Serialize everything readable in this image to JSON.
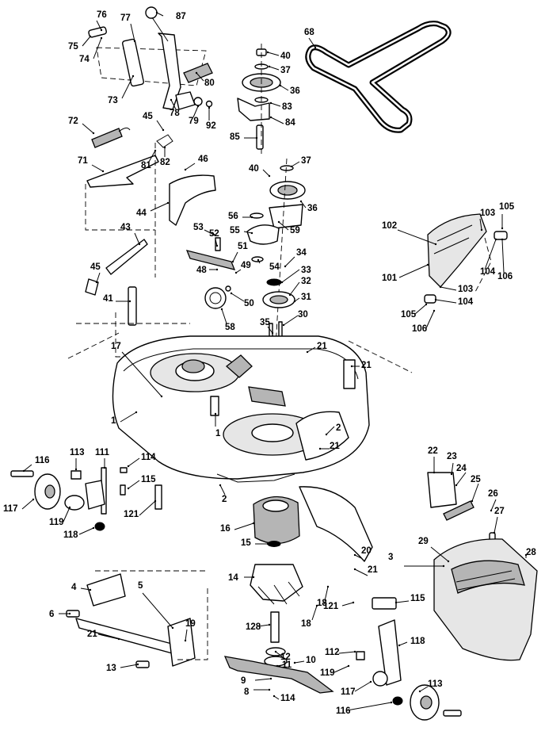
{
  "diagram": {
    "colors": {
      "ink": "#000000",
      "paper": "#ffffff",
      "shade": "#b5b5b5"
    },
    "callouts": [
      {
        "label": "76"
      },
      {
        "label": "77"
      },
      {
        "label": "87"
      },
      {
        "label": "75"
      },
      {
        "label": "74"
      },
      {
        "label": "73"
      },
      {
        "label": "78"
      },
      {
        "label": "80"
      },
      {
        "label": "79"
      },
      {
        "label": "92"
      },
      {
        "label": "72"
      },
      {
        "label": "45"
      },
      {
        "label": "81"
      },
      {
        "label": "82"
      },
      {
        "label": "71"
      },
      {
        "label": "46"
      },
      {
        "label": "44"
      },
      {
        "label": "43"
      },
      {
        "label": "45"
      },
      {
        "label": "41"
      },
      {
        "label": "68"
      },
      {
        "label": "40"
      },
      {
        "label": "37"
      },
      {
        "label": "36"
      },
      {
        "label": "83"
      },
      {
        "label": "84"
      },
      {
        "label": "85"
      },
      {
        "label": "40"
      },
      {
        "label": "37"
      },
      {
        "label": "36"
      },
      {
        "label": "56"
      },
      {
        "label": "55"
      },
      {
        "label": "59"
      },
      {
        "label": "53"
      },
      {
        "label": "52"
      },
      {
        "label": "51"
      },
      {
        "label": "54"
      },
      {
        "label": "34"
      },
      {
        "label": "48"
      },
      {
        "label": "49"
      },
      {
        "label": "50"
      },
      {
        "label": "58"
      },
      {
        "label": "33"
      },
      {
        "label": "32"
      },
      {
        "label": "31"
      },
      {
        "label": "30"
      },
      {
        "label": "35"
      },
      {
        "label": "21"
      },
      {
        "label": "21"
      },
      {
        "label": "17"
      },
      {
        "label": "1"
      },
      {
        "label": "1"
      },
      {
        "label": "2"
      },
      {
        "label": "21"
      },
      {
        "label": "102"
      },
      {
        "label": "103"
      },
      {
        "label": "105"
      },
      {
        "label": "104"
      },
      {
        "label": "106"
      },
      {
        "label": "101"
      },
      {
        "label": "103"
      },
      {
        "label": "104"
      },
      {
        "label": "105"
      },
      {
        "label": "106"
      },
      {
        "label": "116"
      },
      {
        "label": "113"
      },
      {
        "label": "111"
      },
      {
        "label": "114"
      },
      {
        "label": "115"
      },
      {
        "label": "117"
      },
      {
        "label": "119"
      },
      {
        "label": "121"
      },
      {
        "label": "118"
      },
      {
        "label": "2"
      },
      {
        "label": "16"
      },
      {
        "label": "15"
      },
      {
        "label": "14"
      },
      {
        "label": "18"
      },
      {
        "label": "20"
      },
      {
        "label": "18"
      },
      {
        "label": "21"
      },
      {
        "label": "22"
      },
      {
        "label": "23"
      },
      {
        "label": "24"
      },
      {
        "label": "25"
      },
      {
        "label": "26"
      },
      {
        "label": "27"
      },
      {
        "label": "28"
      },
      {
        "label": "29"
      },
      {
        "label": "3"
      },
      {
        "label": "4"
      },
      {
        "label": "5"
      },
      {
        "label": "6"
      },
      {
        "label": "21"
      },
      {
        "label": "19"
      },
      {
        "label": "13"
      },
      {
        "label": "128"
      },
      {
        "label": "12"
      },
      {
        "label": "11"
      },
      {
        "label": "10"
      },
      {
        "label": "9"
      },
      {
        "label": "8"
      },
      {
        "label": "114"
      },
      {
        "label": "121"
      },
      {
        "label": "115"
      },
      {
        "label": "112"
      },
      {
        "label": "118"
      },
      {
        "label": "119"
      },
      {
        "label": "117"
      },
      {
        "label": "113"
      },
      {
        "label": "116"
      }
    ]
  }
}
